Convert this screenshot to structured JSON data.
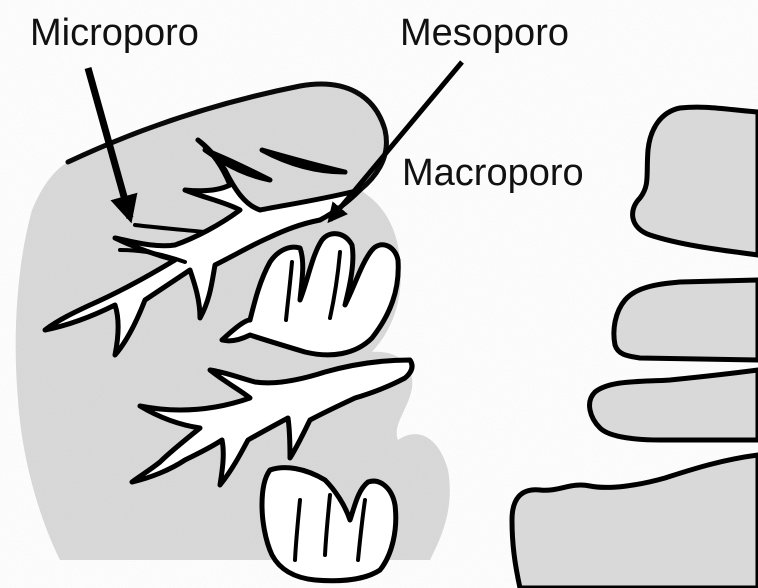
{
  "labels": {
    "micropore": "Microporo",
    "mesopore": "Mesoporo",
    "macropore": "Macroporo"
  },
  "colors": {
    "particle_fill": "#d9d9d9",
    "outline": "#000000",
    "pore_fill": "#ffffff",
    "text": "#111111"
  }
}
